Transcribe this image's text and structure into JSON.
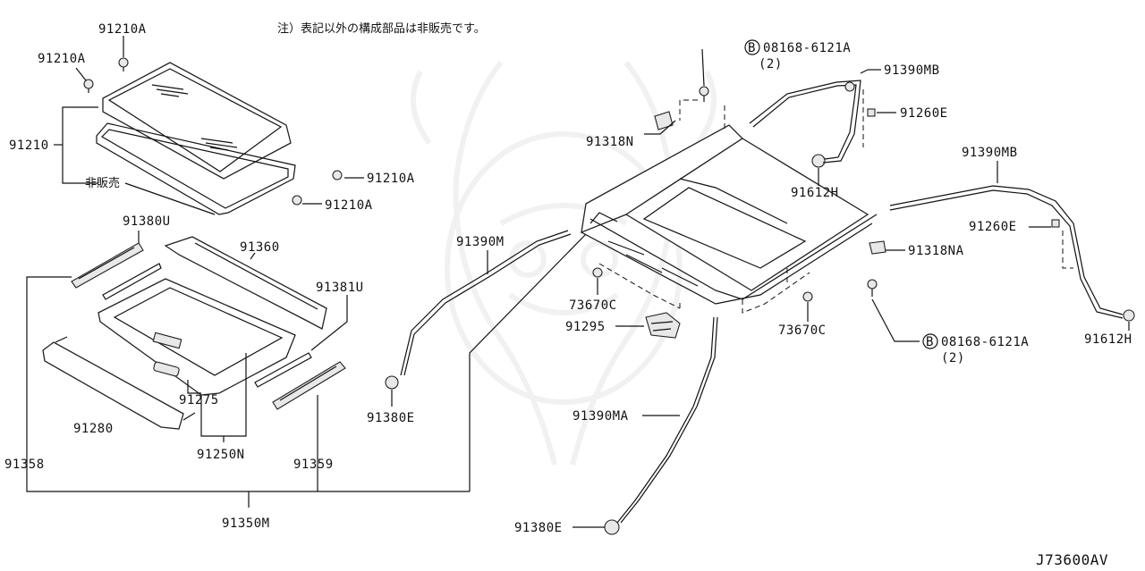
{
  "note_jp": "注）表記以外の構成部品は非販売です。",
  "diagram_code": "J73600AV",
  "labels": {
    "p91210A_1": "91210A",
    "p91210A_2": "91210A",
    "p91210A_3": "91210A",
    "p91210A_4": "91210A",
    "p91210": "91210",
    "not_for_sale": "非販売",
    "p91380U": "91380U",
    "p91360": "91360",
    "p91381U": "91381U",
    "p91358": "91358",
    "p91275": "91275",
    "p91280": "91280",
    "p91250N": "91250N",
    "p91359": "91359",
    "p91350M": "91350M",
    "p91390M": "91390M",
    "p91380E_1": "91380E",
    "p91380E_2": "91380E",
    "p91318N": "91318N",
    "bolt_top": "08168-6121A",
    "bolt_top_qty": "(2)",
    "bolt_top_circle": "B",
    "p91390MB_1": "91390MB",
    "p91260E_1": "91260E",
    "p91612H_1": "91612H",
    "p91390MB_2": "91390MB",
    "p91260E_2": "91260E",
    "p91318NA": "91318NA",
    "bolt_bot": "08168-6121A",
    "bolt_bot_qty": "(2)",
    "bolt_bot_circle": "B",
    "p91612H_2": "91612H",
    "p73670C_1": "73670C",
    "p73670C_2": "73670C",
    "p91295": "91295",
    "p91390MA": "91390MA"
  }
}
